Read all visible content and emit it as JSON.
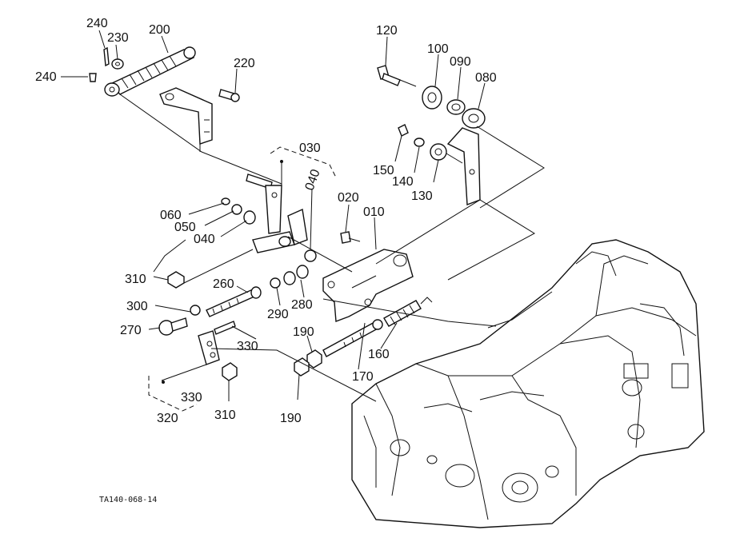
{
  "diagram": {
    "reference_code": "TA140-068-14",
    "callouts": [
      {
        "id": "c240a",
        "text": "240"
      },
      {
        "id": "c230",
        "text": "230"
      },
      {
        "id": "c200",
        "text": "200"
      },
      {
        "id": "c240b",
        "text": "240"
      },
      {
        "id": "c220",
        "text": "220"
      },
      {
        "id": "c120",
        "text": "120"
      },
      {
        "id": "c100",
        "text": "100"
      },
      {
        "id": "c090",
        "text": "090"
      },
      {
        "id": "c080",
        "text": "080"
      },
      {
        "id": "c030",
        "text": "030"
      },
      {
        "id": "c040a",
        "text": "040"
      },
      {
        "id": "c150",
        "text": "150"
      },
      {
        "id": "c140",
        "text": "140"
      },
      {
        "id": "c130",
        "text": "130"
      },
      {
        "id": "c060",
        "text": "060"
      },
      {
        "id": "c050",
        "text": "050"
      },
      {
        "id": "c040b",
        "text": "040"
      },
      {
        "id": "c020",
        "text": "020"
      },
      {
        "id": "c010",
        "text": "010"
      },
      {
        "id": "c310a",
        "text": "310"
      },
      {
        "id": "c260",
        "text": "260"
      },
      {
        "id": "c300",
        "text": "300"
      },
      {
        "id": "c290",
        "text": "290"
      },
      {
        "id": "c280",
        "text": "280"
      },
      {
        "id": "c270",
        "text": "270"
      },
      {
        "id": "c330a",
        "text": "330"
      },
      {
        "id": "c190a",
        "text": "190"
      },
      {
        "id": "c160",
        "text": "160"
      },
      {
        "id": "c170",
        "text": "170"
      },
      {
        "id": "c330b",
        "text": "330"
      },
      {
        "id": "c320",
        "text": "320"
      },
      {
        "id": "c310b",
        "text": "310"
      },
      {
        "id": "c190b",
        "text": "190"
      }
    ]
  }
}
